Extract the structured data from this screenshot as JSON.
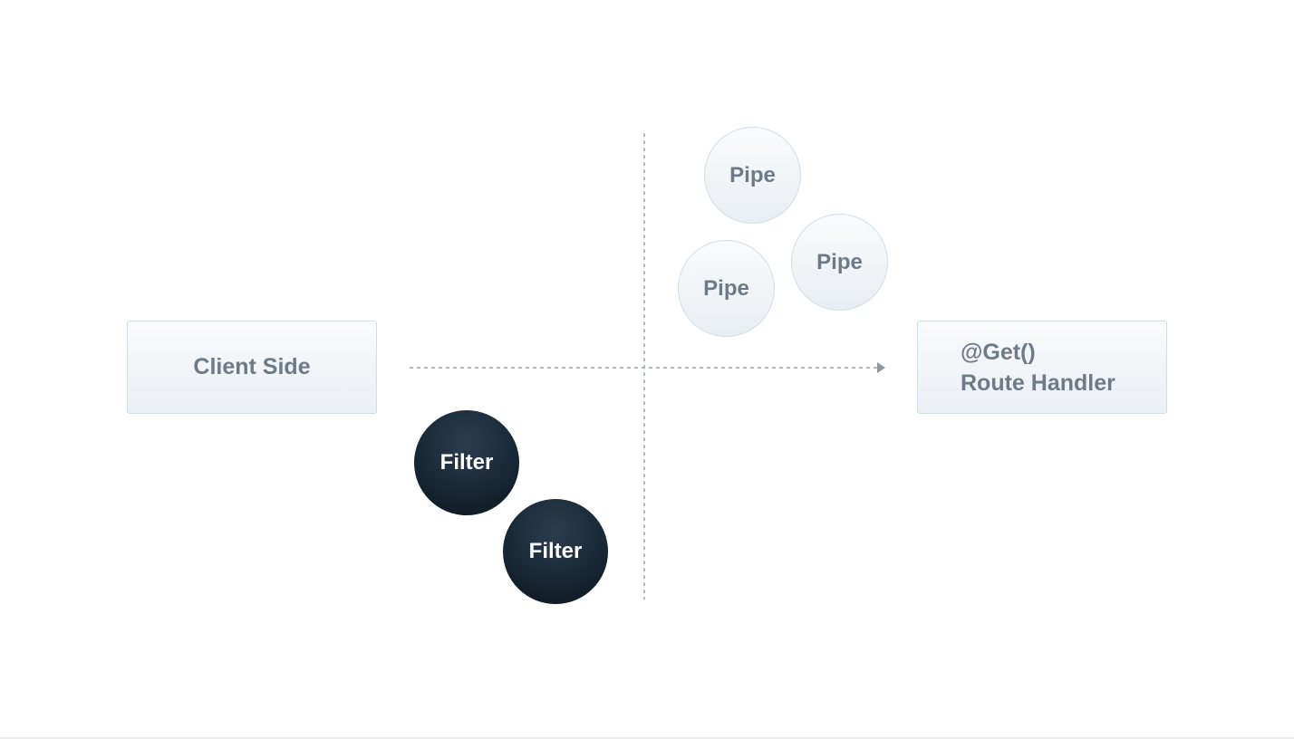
{
  "diagram": {
    "client": {
      "label": "Client Side"
    },
    "handler": {
      "decorator": "@Get()",
      "label": "Route Handler"
    },
    "pipes": [
      {
        "label": "Pipe"
      },
      {
        "label": "Pipe"
      },
      {
        "label": "Pipe"
      }
    ],
    "filters": [
      {
        "label": "Filter"
      },
      {
        "label": "Filter"
      }
    ]
  },
  "colors": {
    "box_border": "#d3dde7",
    "box_fill_top": "#f9fbfc",
    "box_fill_bottom": "#eaeff4",
    "muted_text": "#6e7a87",
    "filter_fill": "#182836",
    "filter_text": "#ffffff",
    "connector": "#9aa3ad"
  }
}
